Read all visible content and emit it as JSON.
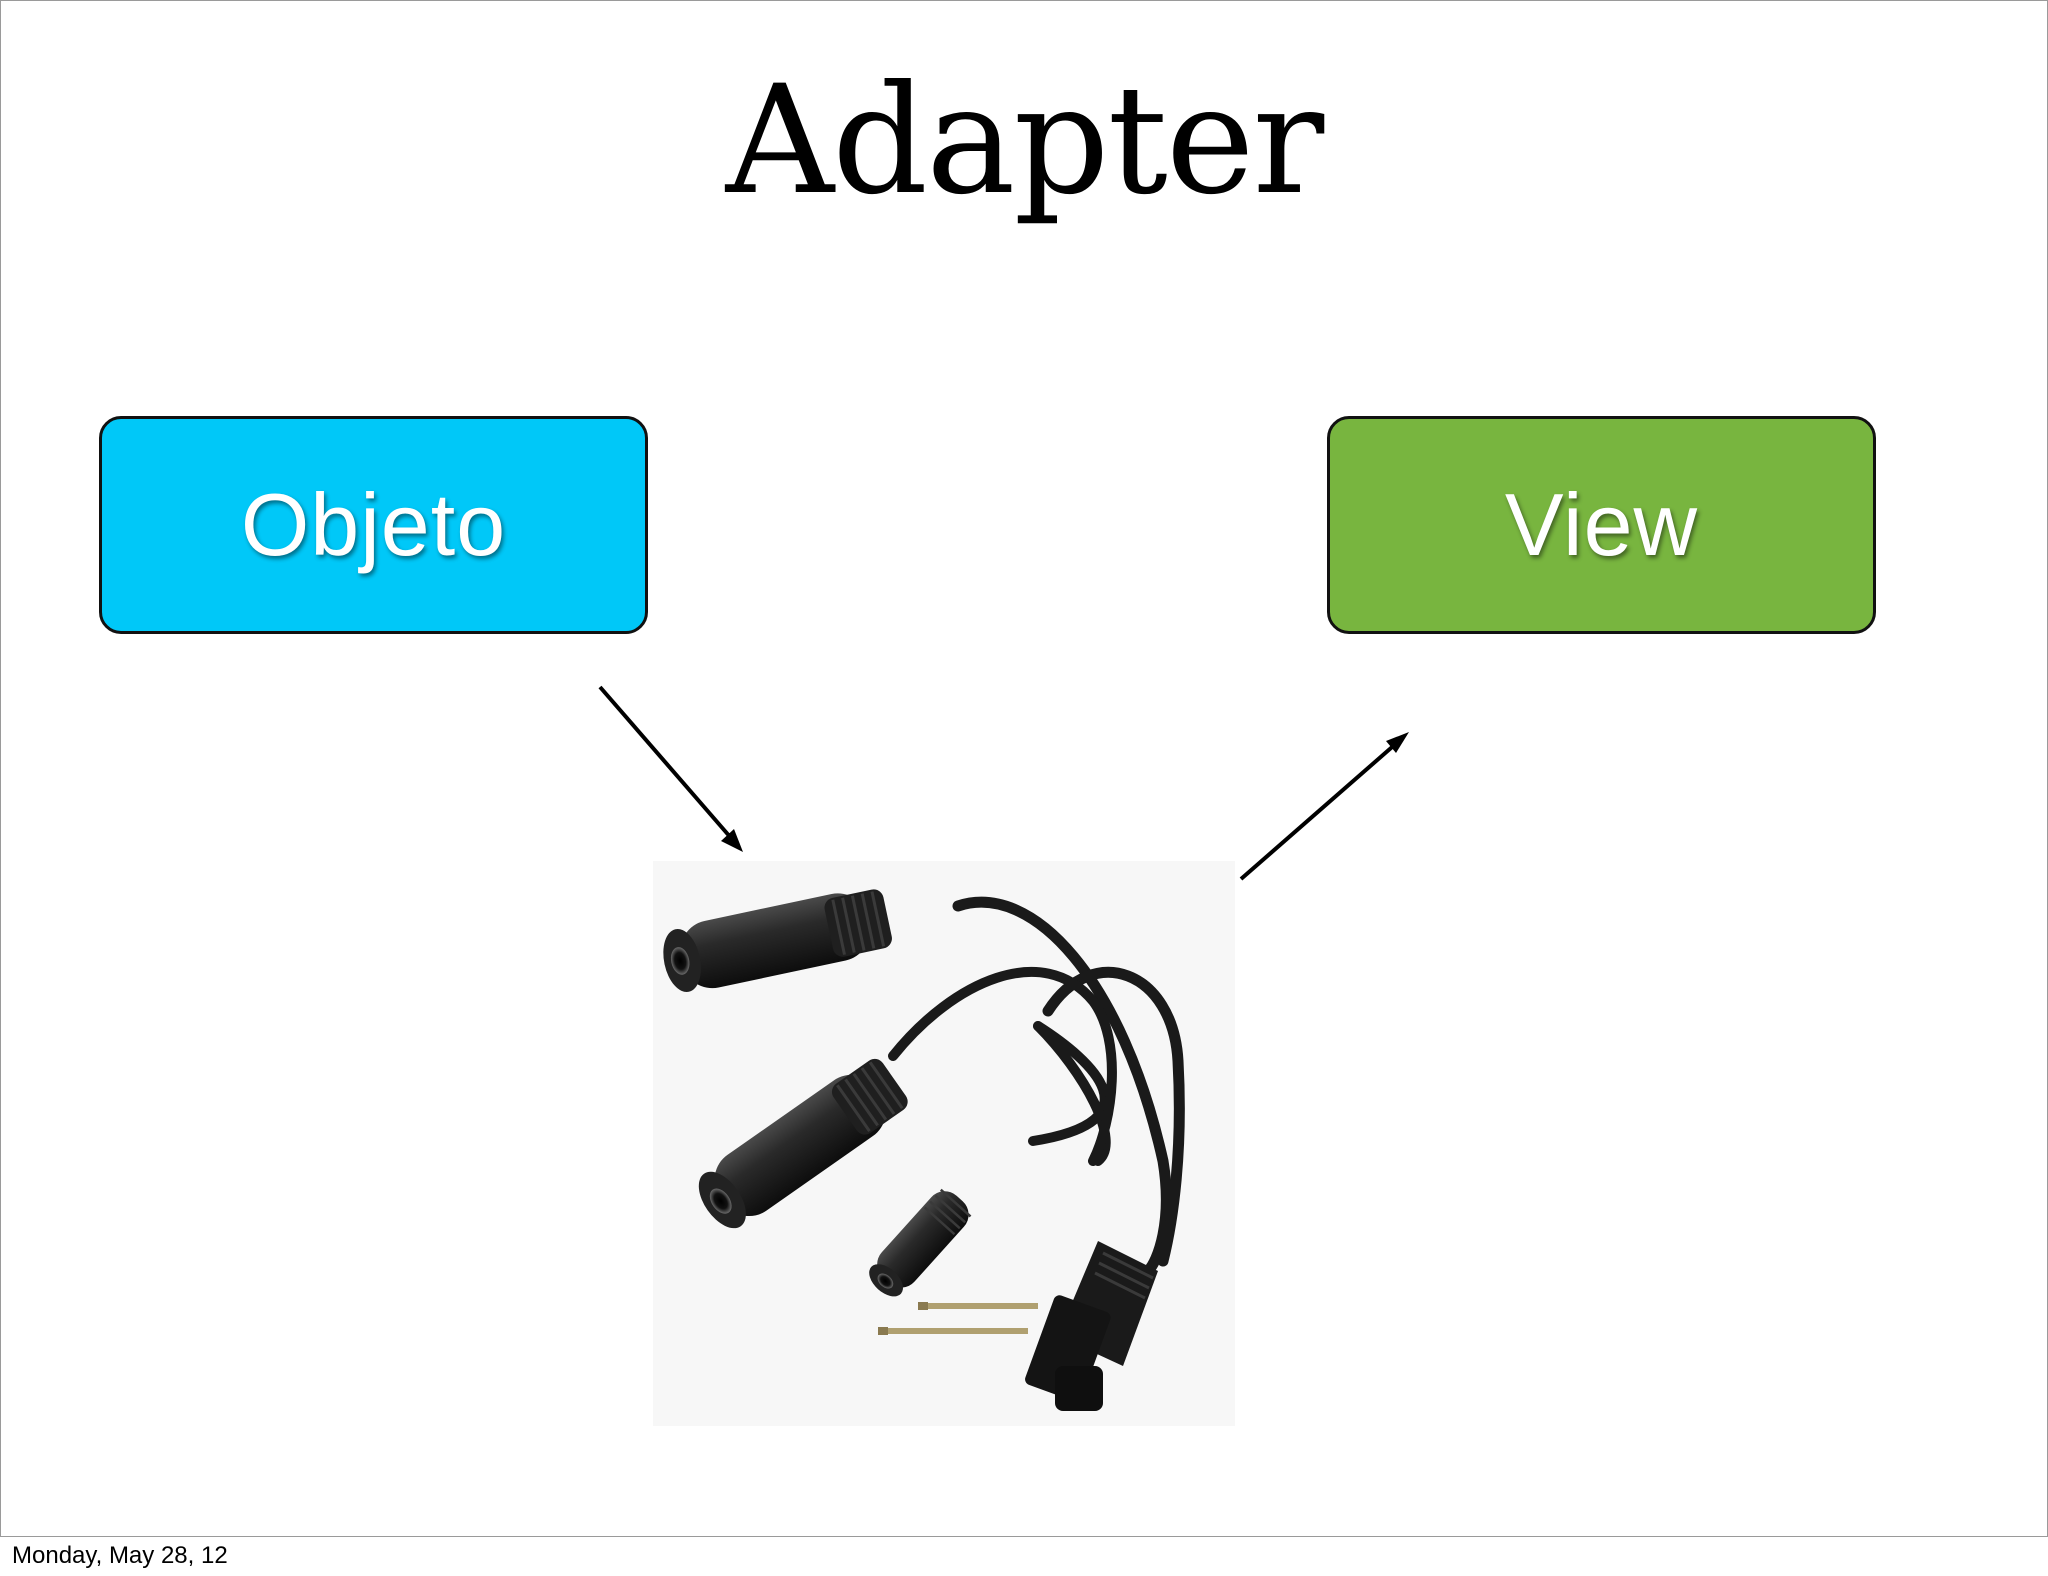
{
  "slide": {
    "title": "Adapter",
    "source_box": {
      "label": "Objeto",
      "color": "#00c8f8"
    },
    "target_box": {
      "label": "View",
      "color": "#78b53f"
    },
    "image": {
      "subject": "audio-adapter-cable-icon"
    }
  },
  "footer": {
    "date": "Monday, May 28, 12"
  }
}
